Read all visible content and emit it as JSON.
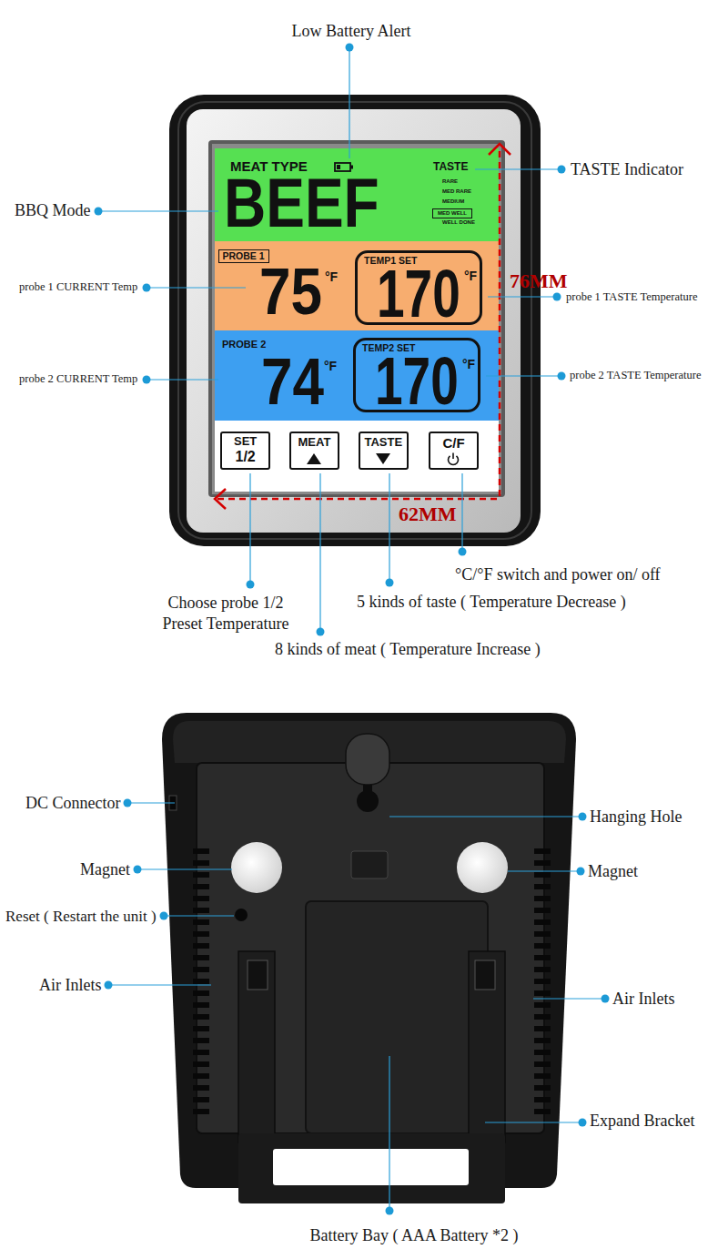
{
  "diagram": {
    "nodes": [
      {
        "text": [
          "MEAT TYPE",
          "BEEF",
          "TASTE",
          "RARE",
          "MED RARE",
          "MEDIUM",
          "WELL DONE"
        ]
      },
      {
        "text": [
          "MED WELL"
        ],
        "in": 0
      },
      {
        "text": [
          "75",
          "°F"
        ]
      },
      {
        "text": [
          "PROBE 1"
        ],
        "in": 2
      },
      {
        "text": [
          "TEMP1 SET",
          "170",
          "°F"
        ],
        "in": 2
      },
      {
        "text": [
          "PROBE 2",
          "74",
          "°F"
        ]
      },
      {
        "text": [
          "TEMP2 SET",
          "170",
          "°F"
        ],
        "in": 5
      },
      {
        "text": [
          "SET",
          "1/2"
        ]
      },
      {
        "text": [
          "MEAT"
        ]
      },
      {
        "text": [
          "TASTE"
        ]
      },
      {
        "text": [
          "C/F"
        ]
      }
    ],
    "labels": [
      "Low Battery Alert",
      "TASTE Indicator",
      "BBQ Mode",
      "probe 1 CURRENT Temp",
      "76MM",
      "probe 1 TASTE Temperature",
      "probe 2 CURRENT Temp",
      "probe 2 TASTE Temperature",
      "62MM",
      "°C/°F switch and power on/ off",
      "Choose probe 1/2 Preset Temperature",
      "5 kinds of taste ( Temperature Decrease )",
      "8 kinds of meat ( Temperature Increase )",
      "DC Connector",
      "Hanging Hole",
      "Magnet",
      "Magnet",
      "Reset ( Restart the unit )",
      "Air Inlets",
      "Air Inlets",
      "Expand Bracket",
      "Battery Bay ( AAA Battery *2 )"
    ]
  }
}
